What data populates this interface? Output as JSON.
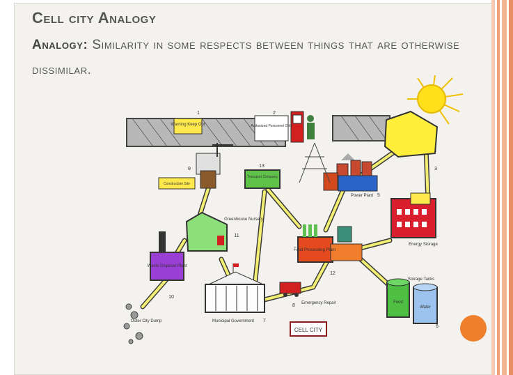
{
  "slide": {
    "title": "Cell city Analogy",
    "term": "Analogy:",
    "definition": "Similarity in some respects between things that are otherwise dissimilar."
  },
  "diagram": {
    "labels": {
      "warning": "Warning Keep Out",
      "authorized": "Authorized Personnel Only",
      "construction": "Construction Site",
      "transport": "Transport Company",
      "greenhouse": "Greenhouse Nursery",
      "power": "Power Plant",
      "energy": "Energy Storage",
      "food": "Food Processing Plant",
      "waste": "Waste Disposal Plant",
      "dump": "Outer City Dump",
      "government": "Municipal Government",
      "emergency": "Emergency Repair",
      "storage": "Storage Tanks",
      "tank_food": "Food",
      "tank_water": "Water",
      "cellcity": "CELL CITY"
    },
    "numbers": {
      "n1": "1",
      "n2": "2",
      "n3": "3",
      "n5": "5",
      "n6": "6",
      "n7": "7",
      "n8": "8",
      "n9": "9",
      "n10": "10",
      "n11": "11",
      "n12": "12",
      "n13": "13"
    }
  },
  "colors": {
    "accent": "#f07f2b",
    "road": "#f3ef72",
    "sun": "#ffe01a"
  }
}
